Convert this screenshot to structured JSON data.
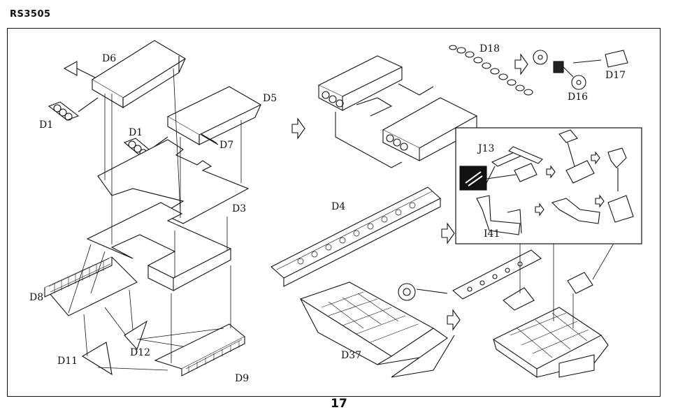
{
  "header": {
    "code": "RS3505"
  },
  "page": {
    "number": "17"
  },
  "labels": {
    "d6": "D6",
    "d1a": "D1",
    "d1b": "D1",
    "d5": "D5",
    "d7": "D7",
    "d3": "D3",
    "d8": "D8",
    "d11": "D11",
    "d12": "D12",
    "d9": "D9",
    "d4": "D4",
    "d37": "D37",
    "d18": "D18",
    "d17": "D17",
    "d16": "D16",
    "j13": "J13",
    "i41": "I41"
  }
}
